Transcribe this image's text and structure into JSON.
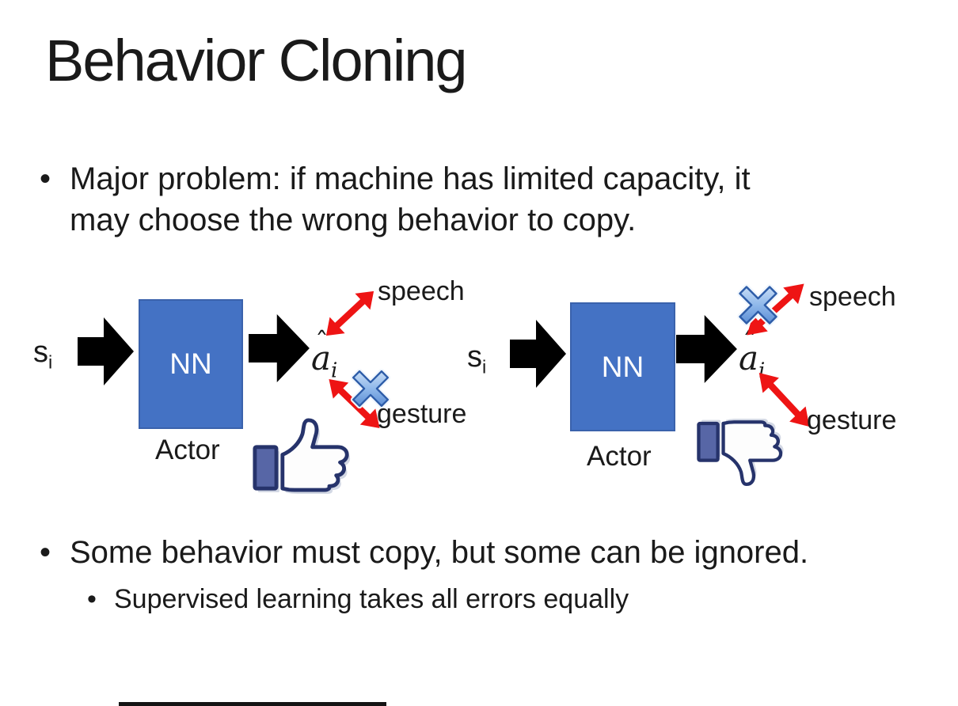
{
  "slide": {
    "title": "Behavior Cloning",
    "bullets": [
      {
        "marker": "•",
        "lines": [
          "Major problem: if machine has limited capacity, it",
          "may choose the wrong behavior to copy."
        ]
      },
      {
        "marker": "•",
        "lines": [
          "Some behavior must copy, but some can be ignored."
        ]
      },
      {
        "marker": "•",
        "lines": [
          "Supervised learning takes all errors equally"
        ]
      }
    ],
    "diagrams": {
      "left": {
        "input_label": "s",
        "input_subscript": "i",
        "box_label": "NN",
        "caption": "Actor",
        "output_hat": "ˆ",
        "output_label": "a",
        "output_subscript": "i",
        "branches": {
          "top": "speech",
          "bottom": "gesture"
        },
        "rejected_branch": "gesture",
        "feedback_icon": "thumbs-up"
      },
      "right": {
        "input_label": "s",
        "input_subscript": "i",
        "box_label": "NN",
        "caption": "Actor",
        "output_hat": "ˆ",
        "output_label": "a",
        "output_subscript": "i",
        "branches": {
          "top": "speech",
          "bottom": "gesture"
        },
        "rejected_branch": "speech",
        "feedback_icon": "thumbs-down"
      }
    },
    "colors": {
      "background": "#FFFFFF",
      "text": "#1A1A1A",
      "nn_box_fill": "#4472C4",
      "nn_box_border": "#3A62AC",
      "nn_box_text": "#FFFFFF",
      "flow_arrow": "#000000",
      "branch_arrow": "#EE1414",
      "cross_light": "#EAF3FD",
      "cross_mid": "#8FB8EA",
      "cross_dark": "#3D74C8",
      "cross_edge": "#2D5CA8",
      "cross_halo": "#F0F6FD",
      "icon_outline": "#26336B",
      "icon_cuff": "#5766A6",
      "icon_shadow": "#D3D8E4",
      "cutoff_bar": "#141414"
    }
  }
}
